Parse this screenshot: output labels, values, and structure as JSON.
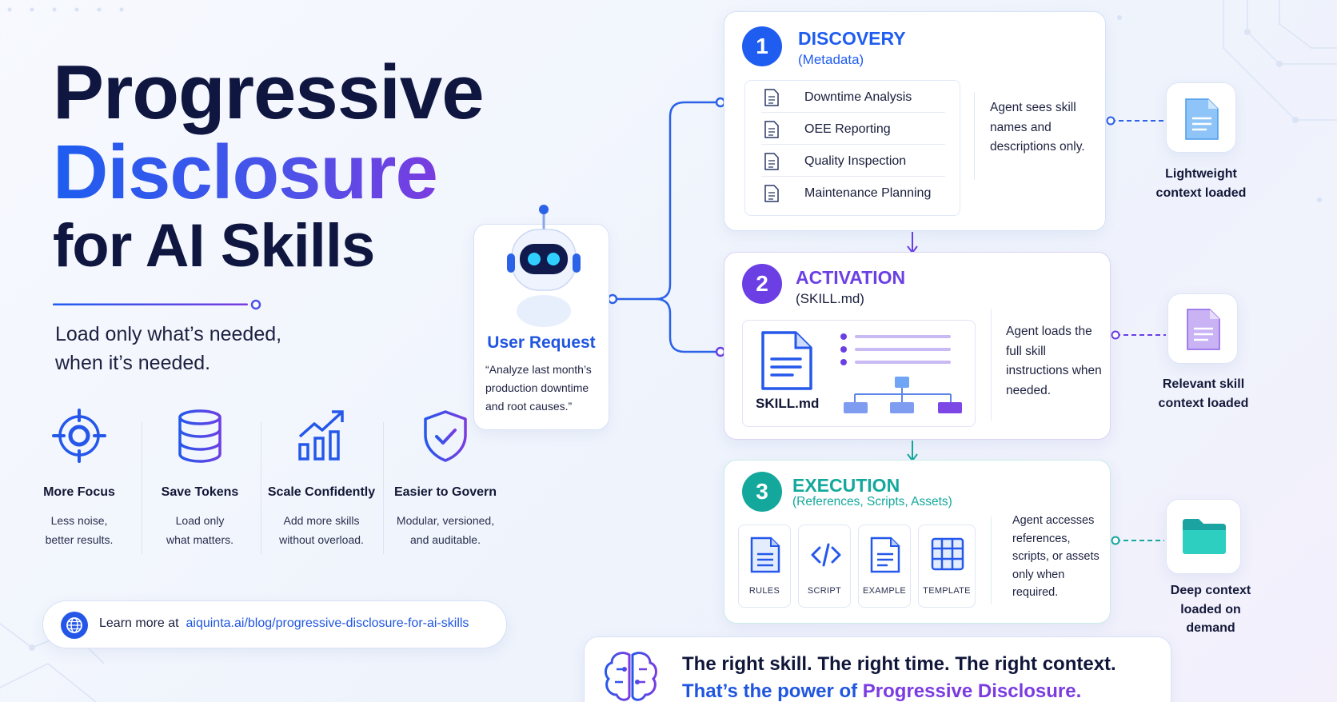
{
  "title": {
    "line1": "Progressive",
    "line2": "Disclosure",
    "line3": "for AI Skills"
  },
  "tagline": "Load only what’s needed, when it’s needed.",
  "benefits": [
    {
      "title": "More Focus",
      "desc1": "Less noise,",
      "desc2": "better results.",
      "icon": "target-icon"
    },
    {
      "title": "Save Tokens",
      "desc1": "Load only",
      "desc2": "what matters.",
      "icon": "database-icon"
    },
    {
      "title": "Scale Confidently",
      "desc1": "Add more skills",
      "desc2": "without overload.",
      "icon": "growth-chart-icon"
    },
    {
      "title": "Easier to Govern",
      "desc1": "Modular, versioned,",
      "desc2": "and auditable.",
      "icon": "shield-check-icon"
    }
  ],
  "learn_more": {
    "prefix": "Learn more at",
    "url": "aiquinta.ai/blog/progressive-disclosure-for-ai-skills"
  },
  "user_request": {
    "title": "User Request",
    "quote": "“Analyze last month’s production downtime and root causes.”"
  },
  "stages": [
    {
      "number": "1",
      "title": "DISCOVERY",
      "subtitle": "(Metadata)",
      "color": "#1f5df0",
      "skills": [
        "Downtime Analysis",
        "OEE Reporting",
        "Quality Inspection",
        "Maintenance Planning"
      ],
      "desc": "Agent sees skill names and descriptions only.",
      "side_label": "Lightweight context loaded"
    },
    {
      "number": "2",
      "title": "ACTIVATION",
      "subtitle": "(SKILL.md)",
      "color": "#6b3fe4",
      "file_label": "SKILL.md",
      "desc": "Agent loads the full skill instructions when needed.",
      "side_label": "Relevant skill context loaded"
    },
    {
      "number": "3",
      "title": "EXECUTION",
      "subtitle": "(References, Scripts, Assets)",
      "color": "#14a89c",
      "resources": [
        "RULES",
        "SCRIPT",
        "EXAMPLE",
        "TEMPLATE"
      ],
      "desc": "Agent accesses references, scripts, or assets only when required.",
      "side_label": "Deep context loaded on demand"
    }
  ],
  "bottom": {
    "line1": "The right skill.  The right time. The right context.",
    "line2_prefix": "That’s the power of ",
    "line2_highlight": "Progressive Disclosure."
  }
}
